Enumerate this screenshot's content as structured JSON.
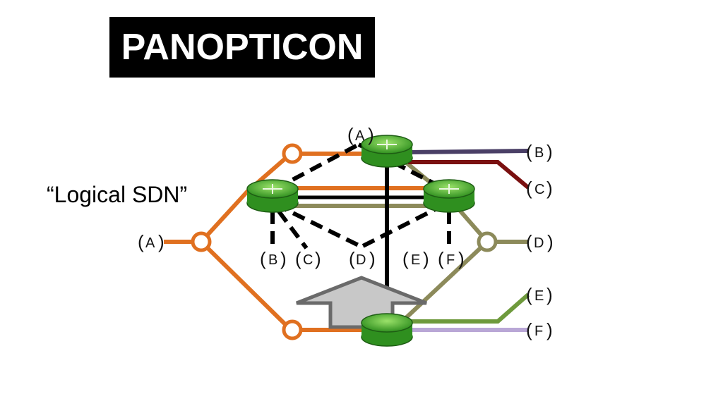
{
  "title": "PANOPTICON",
  "subtitle": "“Logical SDN”",
  "labels": {
    "a_left": "A",
    "a_top": "A",
    "b_right": "B",
    "c_right": "C",
    "d_right": "D",
    "e_right": "E",
    "f_right": "F",
    "b_mid": "B",
    "c_mid": "C",
    "d_mid": "D",
    "e_mid": "E",
    "f_mid": "F"
  },
  "colors": {
    "orange": "#e07020",
    "olive": "#8c8a5a",
    "purple": "#4a3f66",
    "maroon": "#7a1010",
    "green_line": "#6e9a3c",
    "lavender": "#b9a7d6",
    "router_green": "#3fae2a",
    "arrow_gray": "#c8c8c8"
  }
}
